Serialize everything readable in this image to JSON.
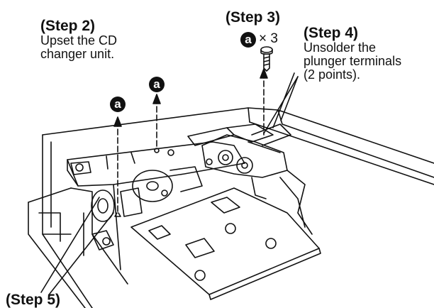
{
  "step2": {
    "title": "(Step 2)",
    "lines": [
      "Upset the CD",
      "changer unit."
    ]
  },
  "step3": {
    "title": "(Step 3)",
    "marker": "a",
    "multiplier": "× 3"
  },
  "step4": {
    "title": "(Step 4)",
    "lines": [
      "Unsolder the",
      "plunger terminals",
      "(2 points)."
    ]
  },
  "step5": {
    "title": "(Step 5)"
  },
  "screw_markers": [
    "a",
    "a"
  ]
}
